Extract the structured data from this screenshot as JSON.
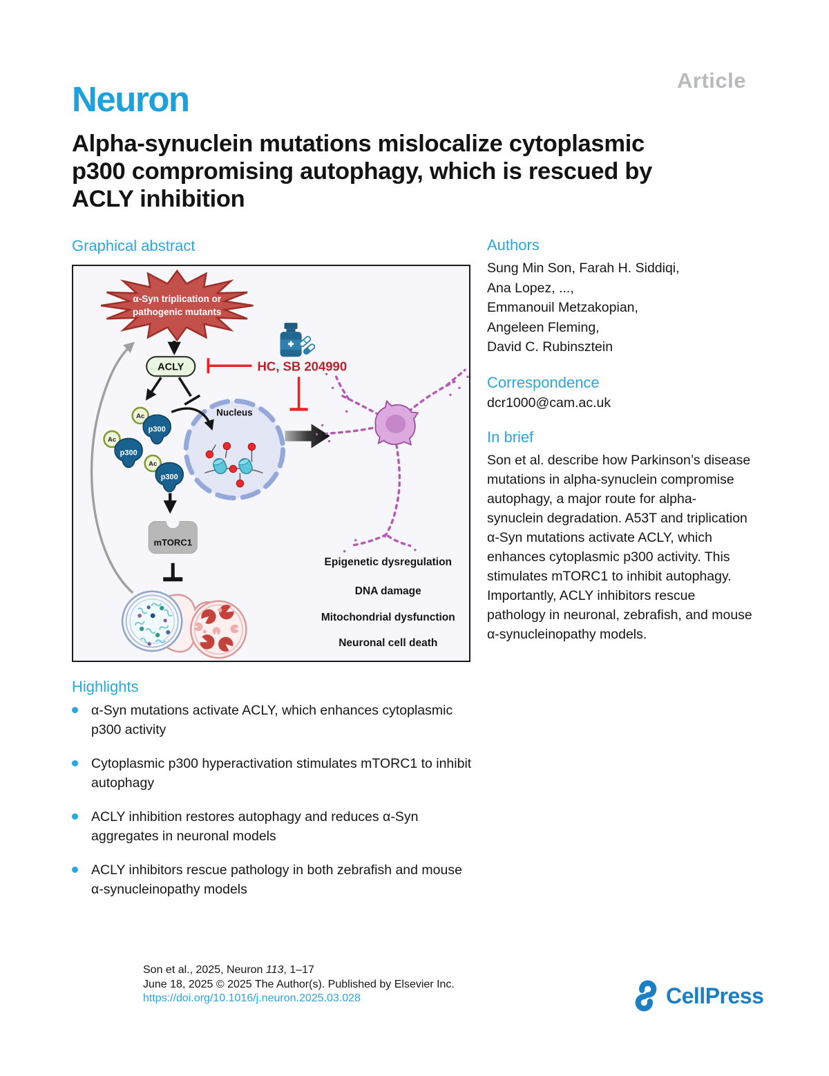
{
  "header": {
    "article_label": "Article",
    "journal_logo": "Neuron",
    "title_lines": [
      "Alpha-synuclein mutations mislocalize cytoplasmic",
      "p300 compromising autophagy, which is rescued by",
      "ACLY inhibition"
    ]
  },
  "graphical_abstract": {
    "heading": "Graphical abstract",
    "starburst_line1": "α-Syn triplication or",
    "starburst_line2": "pathogenic mutants",
    "acly_label": "ACLY",
    "drug_label": "HC, SB 204990",
    "nucleus_label": "Nucleus",
    "p300_label": "p300",
    "ac_label": "Ac",
    "mtorc1_label": "mTORC1",
    "outcomes": [
      "Epigenetic dysregulation",
      "DNA damage",
      "Mitochondrial dysfunction",
      "Neuronal cell death"
    ]
  },
  "authors": {
    "heading": "Authors",
    "lines": [
      "Sung Min Son, Farah H. Siddiqi,",
      "Ana Lopez, ...,",
      "Emmanouil Metzakopian,",
      "Angeleen Fleming,",
      "David C. Rubinsztein"
    ]
  },
  "correspondence": {
    "heading": "Correspondence",
    "email": "dcr1000@cam.ac.uk"
  },
  "in_brief": {
    "heading": "In brief",
    "text": "Son et al. describe how Parkinson’s disease mutations in alpha-synuclein compromise autophagy, a major route for alpha-synuclein degradation. A53T and triplication α-Syn mutations activate ACLY, which enhances cytoplasmic p300 activity. This stimulates mTORC1 to inhibit autophagy. Importantly, ACLY inhibitors rescue pathology in neuronal, zebrafish, and mouse α-synucleinopathy models."
  },
  "highlights": {
    "heading": "Highlights",
    "items": [
      "α-Syn mutations activate ACLY, which enhances cytoplasmic p300 activity",
      "Cytoplasmic p300 hyperactivation stimulates mTORC1 to inhibit autophagy",
      "ACLY inhibition restores autophagy and reduces α-Syn aggregates in neuronal models",
      "ACLY inhibitors rescue pathology in both zebrafish and mouse α-synucleinopathy models"
    ]
  },
  "footer": {
    "citation_prefix": "Son et al., 2025, Neuron ",
    "volume": "113",
    "pages": ", 1–17",
    "date_line": "June 18, 2025 © 2025 The Author(s). Published by Elsevier Inc.",
    "doi": "https://doi.org/10.1016/j.neuron.2025.03.028",
    "publisher": "CellPress"
  },
  "colors": {
    "accent_blue": "#29a8e0",
    "logo_blue": "#1da1dc",
    "link_blue": "#2ca4dc",
    "article_gray": "#b9babc",
    "cellpress_blue": "#1b7fc4",
    "starburst_red": "#c4504c",
    "inhibitor_red": "#ee2222",
    "drug_text_red": "#b5242a",
    "p300_blue": "#19618e",
    "acly_green": "#e9f5df",
    "nucleus_lavender": "#e3e7f5"
  }
}
